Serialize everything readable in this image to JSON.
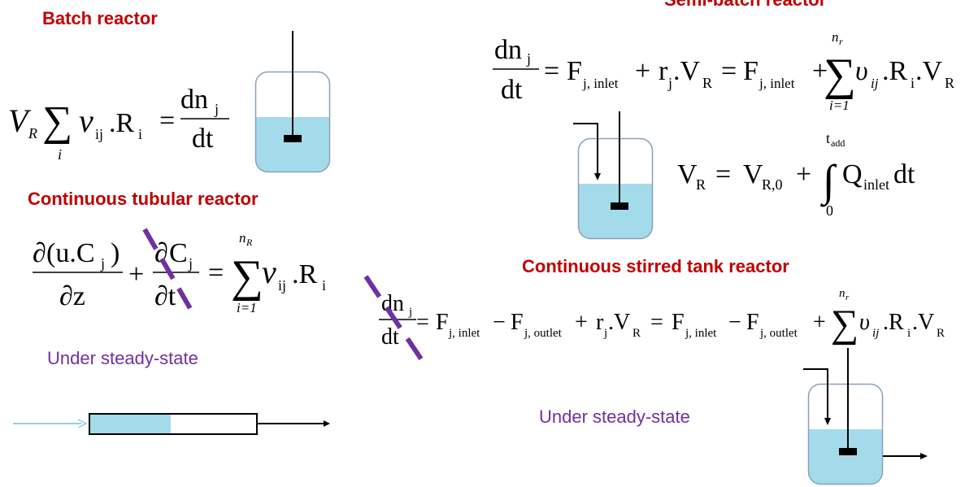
{
  "colors": {
    "heading": "#c00000",
    "note": "#7030a0",
    "liquid": "#a4dbea",
    "strike": "#7030a0",
    "feed_arrow": "#8fd0e0"
  },
  "batch": {
    "heading": "Batch reactor",
    "eq": {
      "V": "V",
      "Vsub": "R",
      "sum": "∑",
      "sum_index": "i",
      "nu": "ν",
      "nu_sub": "ij",
      "R": ".R",
      "R_sub": "i",
      "equals": "=",
      "num": "dn",
      "num_sub": "j",
      "den": "dt"
    }
  },
  "tubular": {
    "heading": "Continuous tubular reactor",
    "eq": {
      "partial": "∂",
      "num1": "(u.C",
      "num1_sub": "j",
      "num1_close": ")",
      "den1": "∂z",
      "plus": "+",
      "num2": "C",
      "num2_sub": "j",
      "den2": "∂t",
      "equals": "=",
      "sum": "∑",
      "sum_lower": "i=1",
      "sum_upper": "n",
      "sum_upper_sub": "R",
      "nu": "ν",
      "nu_sub": "ij",
      "R": ".R",
      "R_sub": "i"
    },
    "note": "Under steady-state"
  },
  "semibatch": {
    "heading": "Semi-batch reactor",
    "eq": {
      "num": "dn",
      "num_sub": "j",
      "den": "dt",
      "equals": "=",
      "F": "F",
      "F_sub": "j, inlet",
      "plus": "+",
      "r": "r",
      "r_sub": "j",
      "VR": ".V",
      "VR_sub": "R",
      "sum": "∑",
      "sum_lower": "i=1",
      "sum_upper": "n",
      "sum_upper_sub": "r",
      "upsilon": "υ",
      "upsilon_sub": "ij",
      "R": ".R",
      "R_sub": "i"
    },
    "volume_eq": {
      "V": "V",
      "V_sub": "R",
      "equals": "=",
      "V0": "V",
      "V0_sub": "R,0",
      "plus": "+",
      "integral": "∫",
      "lower": "0",
      "upper": "t",
      "upper_sub": "add",
      "Q": "Q",
      "Q_sub": "inlet",
      "dt": "dt"
    }
  },
  "cstr": {
    "heading": "Continuous stirred tank reactor",
    "eq": {
      "num": "dn",
      "num_sub": "j",
      "den": "dt",
      "equals": "=",
      "F": "F",
      "F_in_sub": "j, inlet",
      "minus": "−",
      "F_out_sub": "j, outlet",
      "plus": "+",
      "r": "r",
      "r_sub": "j",
      "VR": ".V",
      "VR_sub": "R",
      "sum": "∑",
      "sum_upper": "n",
      "sum_upper_sub": "r",
      "upsilon": "υ",
      "upsilon_sub": "ij",
      "R": ".R",
      "R_sub": "i"
    },
    "note": "Under steady-state"
  }
}
